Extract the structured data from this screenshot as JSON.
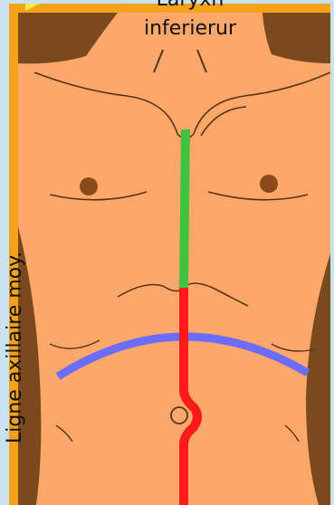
{
  "labels": {
    "top_line1": "Laryxn",
    "top_line2": "inferierur",
    "side": "Ligne axillaire moy."
  },
  "colors": {
    "background": "#c9e3ee",
    "frame": "#f5a21a",
    "skin": "#fda76a",
    "hair": "#7a4a1e",
    "green_segment": "#3fc43f",
    "red_segment": "#ff1a1a",
    "blue_arc": "#6c6cff",
    "nipple": "#8a4a1a"
  }
}
